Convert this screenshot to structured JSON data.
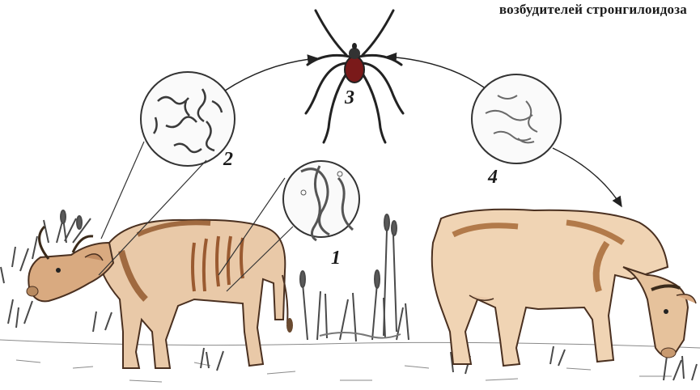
{
  "title_fragment": "возбудителей стронгилоидоза",
  "labels": {
    "l1": "1",
    "l2": "2",
    "l3": "3",
    "l4": "4"
  }
}
